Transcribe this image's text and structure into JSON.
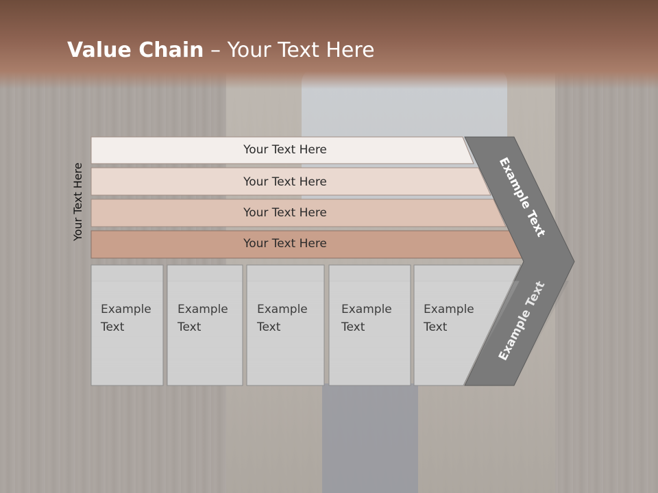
{
  "title": {
    "bold": "Value Chain",
    "rest": " – Your Text Here"
  },
  "side_label": "Your Text Here",
  "bars": [
    {
      "label": "Your Text Here",
      "color": "#f3eeeb"
    },
    {
      "label": "Your Text Here",
      "color": "#ead9d0"
    },
    {
      "label": "Your Text Here",
      "color": "#dec3b5"
    },
    {
      "label": "Your Text Here",
      "color": "#c9a08c"
    }
  ],
  "boxes": [
    {
      "line1": "Example",
      "line2": "Text"
    },
    {
      "line1": "Example",
      "line2": "Text"
    },
    {
      "line1": "Example",
      "line2": "Text"
    },
    {
      "line1": "Example",
      "line2": "Text"
    },
    {
      "line1": "Example",
      "line2": "Text"
    }
  ],
  "chevron": {
    "top_label": "Example Text",
    "bottom_label": "Example Text",
    "color": "#7a7a7a"
  },
  "colors": {
    "box_fill": "#cfcfcf",
    "box_stroke": "#8c8c8c",
    "header": "#8e6352"
  }
}
